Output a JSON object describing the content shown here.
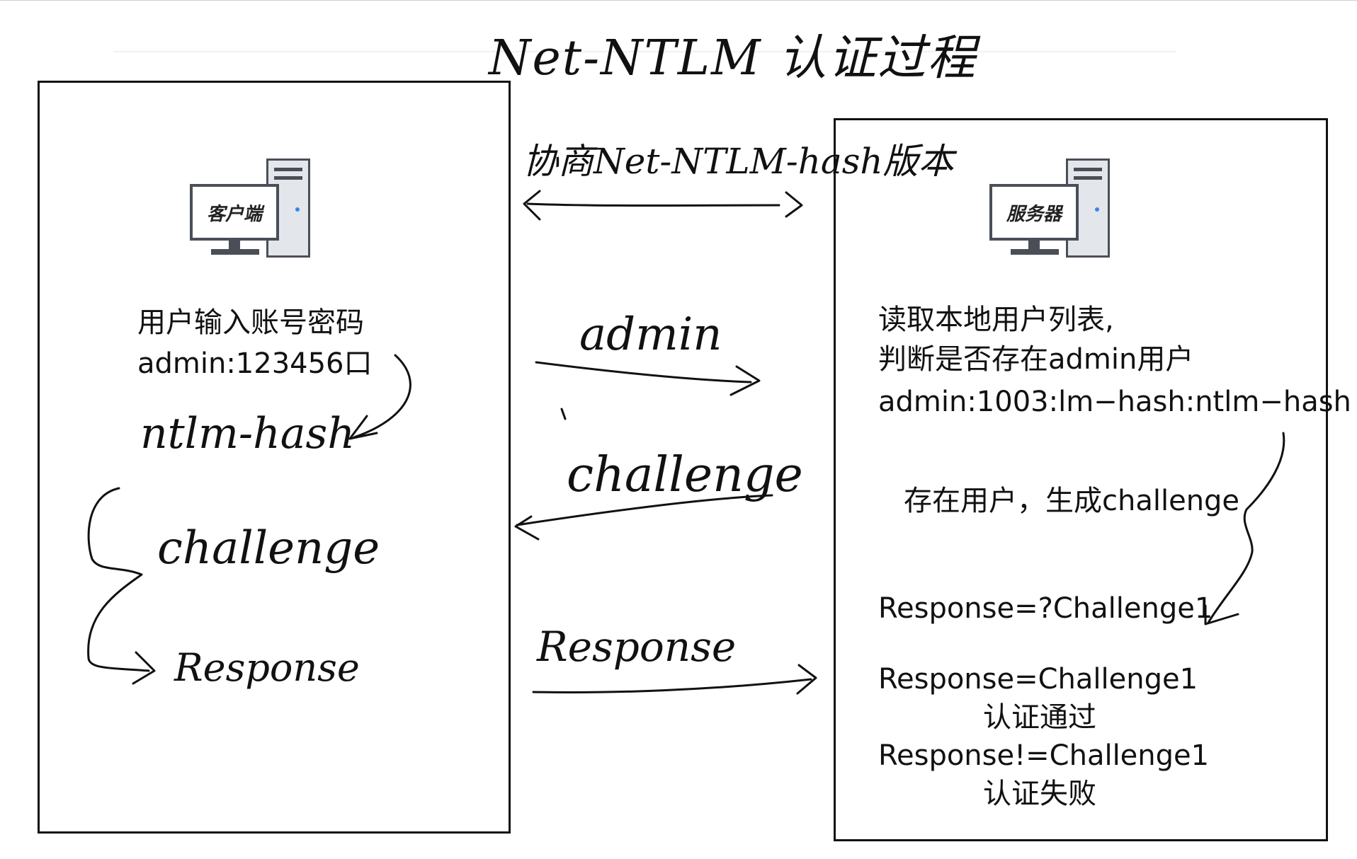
{
  "title": "Net-NTLM 认证过程",
  "client": {
    "label": "客户端",
    "lines": [
      "用户输入账号密码",
      "admin:123456口"
    ],
    "ntlm_hash": "ntlm-hash",
    "challenge": "challenge",
    "response": "Response"
  },
  "server": {
    "label": "服务器",
    "lines": [
      "读取本地用户列表,",
      "判断是否存在admin用户",
      "admin:1003:lm−hash:ntlm−hash"
    ],
    "exists": "存在用户，生成challenge",
    "response_check": "Response=?Challenge1",
    "pass_cond": "Response=Challenge1",
    "pass_text": "认证通过",
    "fail_cond": "Response!=Challenge1",
    "fail_text": "认证失败"
  },
  "messages": {
    "negotiate": "协商Net-NTLM-hash版本",
    "admin": "admin",
    "challenge": "challenge",
    "response": "Response"
  }
}
